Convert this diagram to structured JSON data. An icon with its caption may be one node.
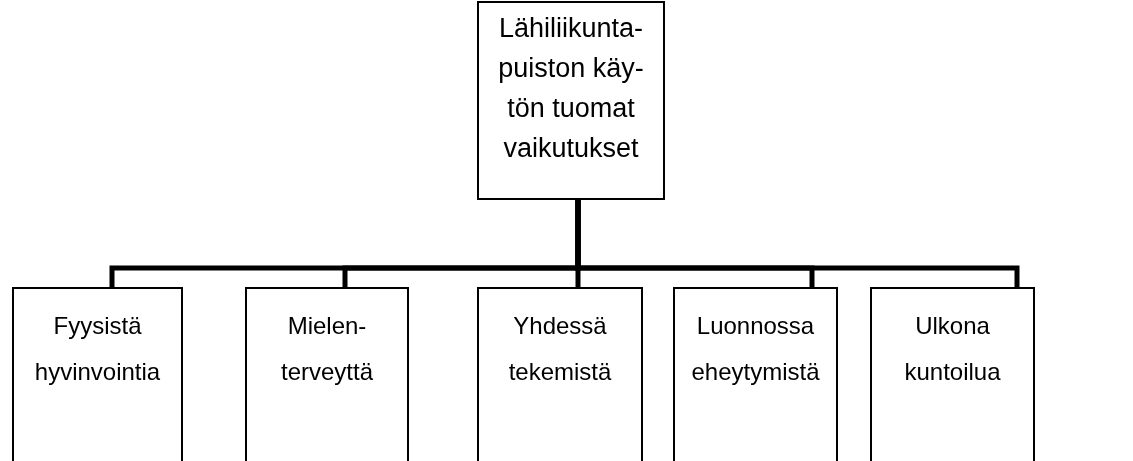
{
  "diagram": {
    "nodes": [
      {
        "text": [
          "Lähiliikunta- puiston käy- tön tuomat vaikutukset"
        ]
      },
      {
        "text": [
          "Fyysistä hyvinvointia"
        ]
      },
      {
        "text": [
          "Mielen- terveyttä"
        ]
      },
      {
        "text": [
          "Yhdessä tekemistä"
        ]
      },
      {
        "text": [
          "Luonnossa eheytymistä"
        ]
      },
      {
        "text": [
          "Ulkona kuntoilua"
        ]
      }
    ],
    "edges": [
      {
        "from": 0,
        "to": 1,
        "arrow": "none"
      },
      {
        "from": 0,
        "to": 2,
        "arrow": "none"
      },
      {
        "from": 0,
        "to": 3,
        "arrow": "none"
      },
      {
        "from": 0,
        "to": 4,
        "arrow": "none"
      },
      {
        "from": 0,
        "to": 5,
        "arrow": "none"
      }
    ]
  }
}
